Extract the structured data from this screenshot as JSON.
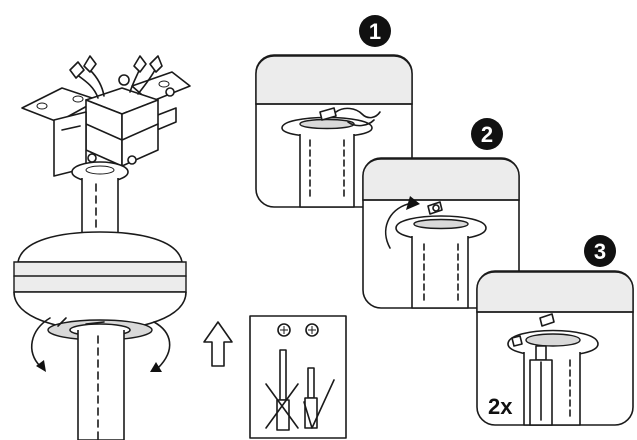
{
  "steps": {
    "step1": "1",
    "step2": "2",
    "step3": "3"
  },
  "screw_count_label": "2x",
  "colors": {
    "line": "#1a1a1a",
    "badge": "#111111",
    "shade": "#d9d9d9"
  },
  "icons": [
    "fan-canopy-assembly",
    "rotate-arrow-icon",
    "up-arrow-icon",
    "screwdriver-icon",
    "phillips-screw-icon"
  ]
}
